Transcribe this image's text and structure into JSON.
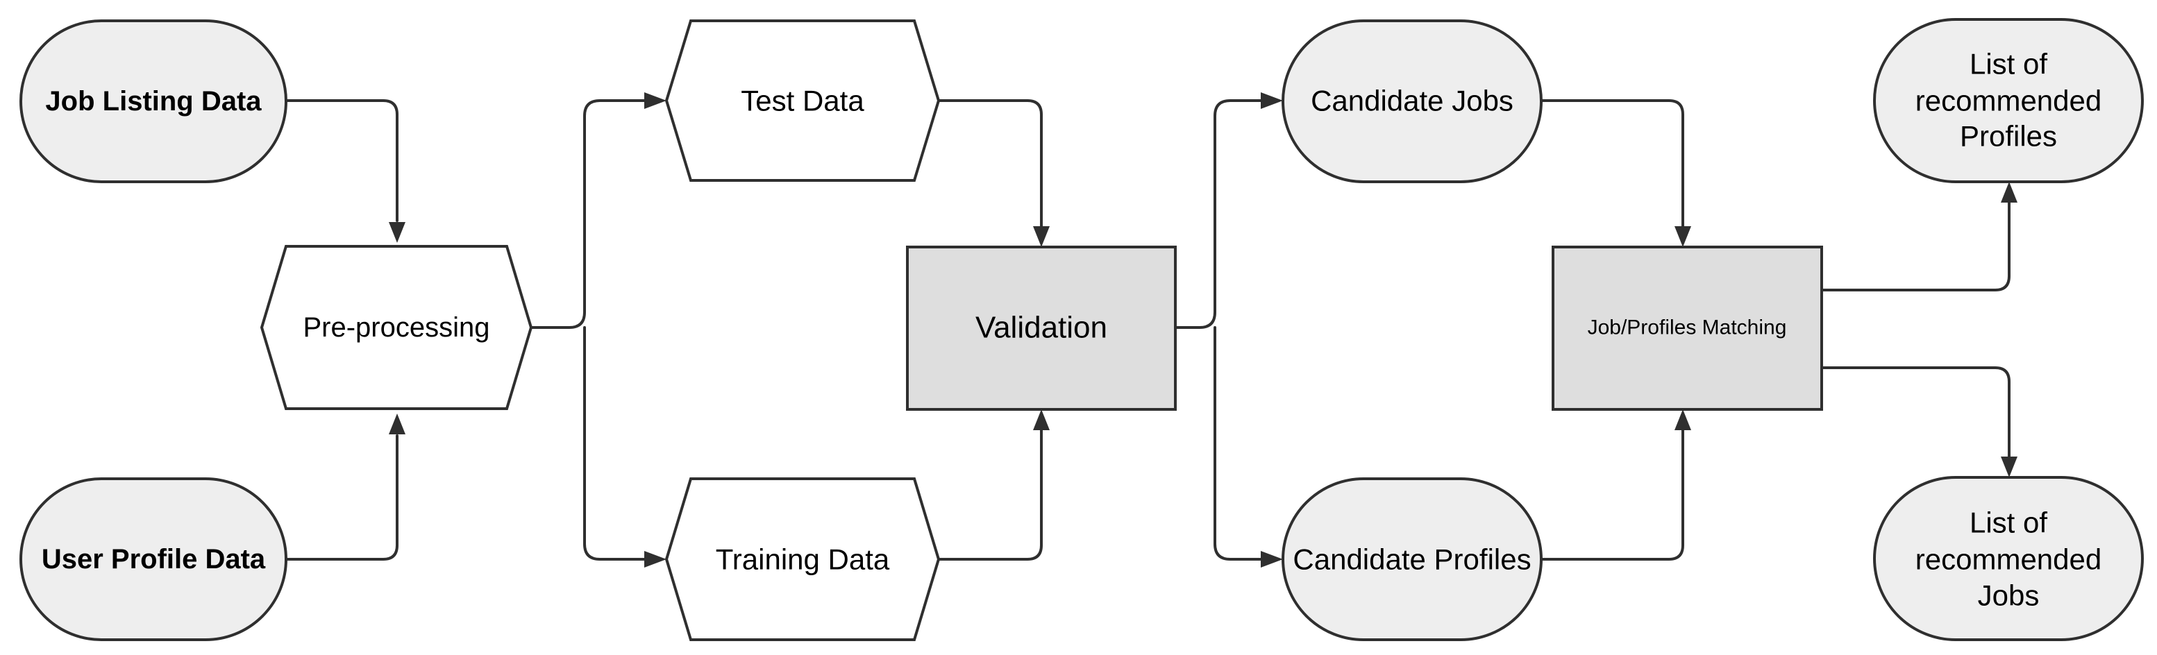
{
  "colors": {
    "terminal_fill": "#eeeeee",
    "process_fill": "#dedede",
    "prep_fill": "#ffffff",
    "stroke": "#2f2f2f"
  },
  "nodes": {
    "job_listing": {
      "label": "Job Listing Data"
    },
    "user_profile": {
      "label": "User Profile Data"
    },
    "preprocessing": {
      "label": "Pre-processing"
    },
    "test_data": {
      "label": "Test Data"
    },
    "training_data": {
      "label": "Training Data"
    },
    "validation": {
      "label": "Validation"
    },
    "candidate_jobs": {
      "label": "Candidate Jobs"
    },
    "candidate_profiles": {
      "label": "Candidate Profiles"
    },
    "matching": {
      "label": "Job/Profiles Matching"
    },
    "rec_profiles": {
      "lines": [
        "List of",
        "recommended",
        "Profiles"
      ]
    },
    "rec_jobs": {
      "lines": [
        "List of",
        "recommended",
        "Jobs"
      ]
    }
  }
}
